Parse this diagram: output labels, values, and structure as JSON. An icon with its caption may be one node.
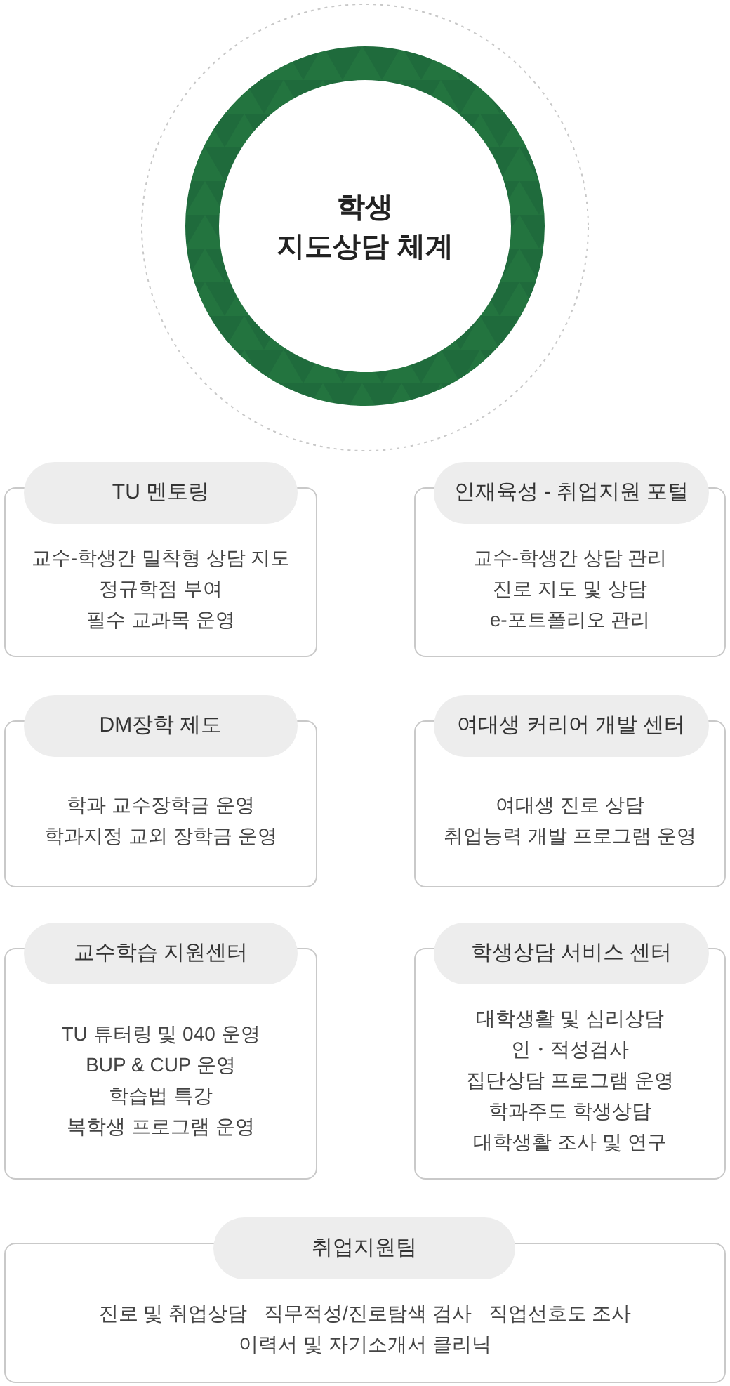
{
  "diagram": {
    "nodes": [
      {
        "text": [
          "학생",
          "지도상담 체계"
        ]
      },
      {
        "text": [
          "TU 멘토링",
          "교수-학생간 밀착형 상담 지도",
          "정규학점 부여",
          "필수 교과목 운영"
        ]
      },
      {
        "text": [
          "인재육성 - 취업지원 포털",
          "교수-학생간 상담 관리",
          "진로 지도 및 상담",
          "e-포트폴리오 관리"
        ]
      },
      {
        "text": [
          "DM장학 제도",
          "학과 교수장학금 운영",
          "학과지정 교외 장학금 운영"
        ]
      },
      {
        "text": [
          "여대생 커리어 개발 센터",
          "여대생 진로 상담",
          "취업능력 개발 프로그램 운영"
        ]
      },
      {
        "text": [
          "교수학습 지원센터",
          "TU 튜터링 및 040 운영",
          "BUP & CUP 운영",
          "학습법 특강",
          "복학생 프로그램 운영"
        ]
      },
      {
        "text": [
          "학생상담 서비스 센터",
          "대학생활 및 심리상담",
          "인・적성검사",
          "집단상담 프로그램 운영",
          "학과주도 학생상담",
          "대학생활 조사 및 연구"
        ]
      },
      {
        "text": [
          "취업지원팀",
          "진로 및 취업상담",
          "직무적성/진로탐색 검사",
          "직업선호도 조사",
          "이력서 및 자기소개서 클리닉"
        ]
      }
    ]
  }
}
